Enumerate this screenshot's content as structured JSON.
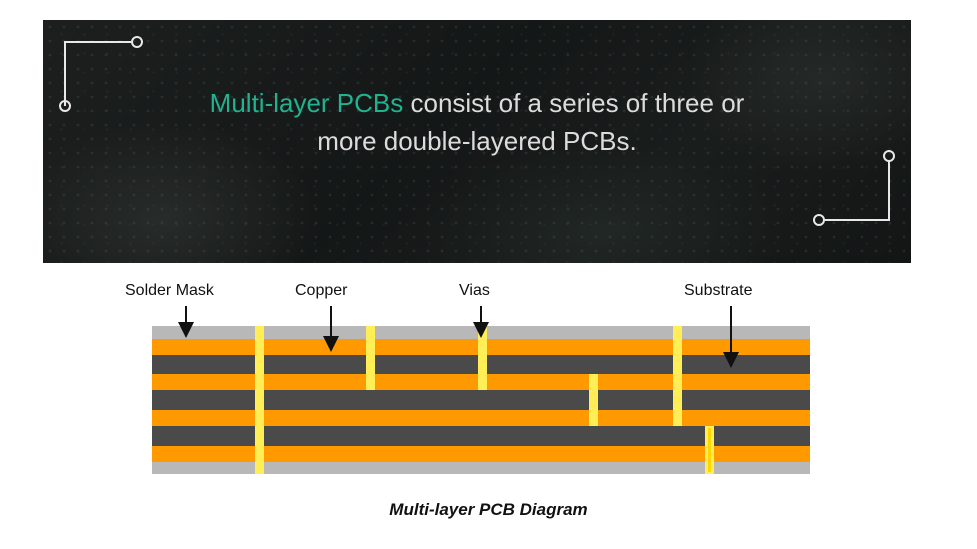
{
  "banner": {
    "headline_accent": "Multi-layer PCBs",
    "headline_line1_rest": " consist of a series of three or",
    "headline_line2": "more double-layered PCBs.",
    "accent_color": "#1fb48f"
  },
  "diagram": {
    "labels": {
      "solder_mask": "Solder Mask",
      "copper": "Copper",
      "vias": "Vias",
      "substrate": "Substrate"
    },
    "caption": "Multi-layer PCB Diagram",
    "colors": {
      "solder_mask": "#b8b8b8",
      "copper": "#ff9900",
      "substrate": "#4a4a4a",
      "via": "#ffee55"
    }
  }
}
